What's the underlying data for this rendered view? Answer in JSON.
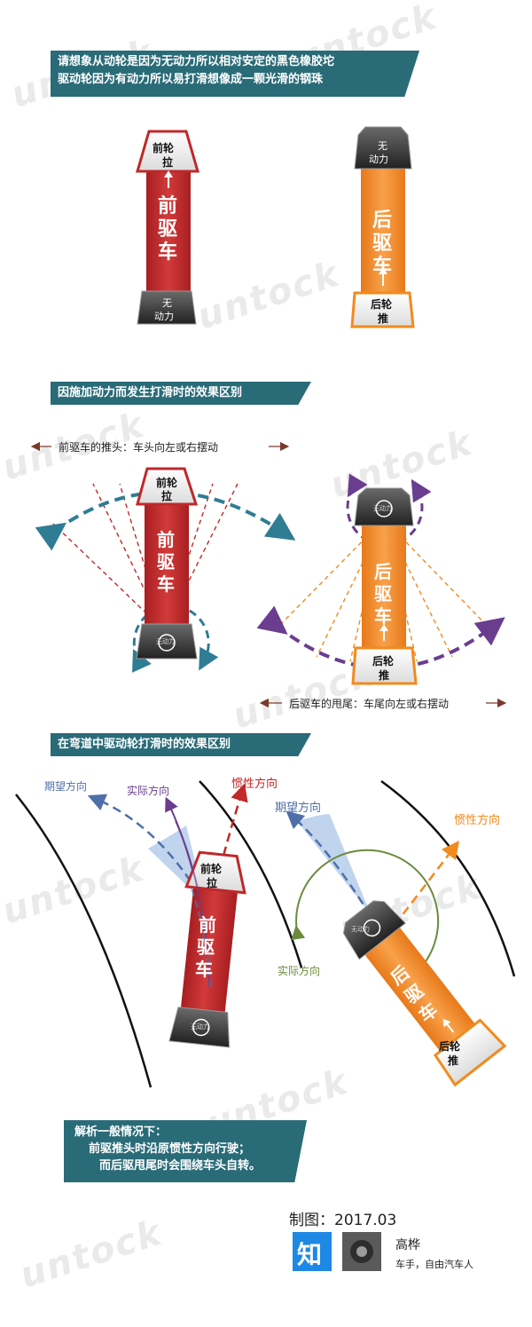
{
  "watermark": "untock",
  "section1": {
    "banner_line1": "请想象从动轮是因为无动力所以相对安定的黑色橡胶坨",
    "banner_line2": "驱动轮因为有动力所以易打滑想像成一颗光滑的钢珠",
    "front_car": {
      "top_cap_l1": "前轮",
      "top_cap_l2": "拉",
      "body": [
        "前",
        "驱",
        "车"
      ],
      "bottom_cap_l1": "无",
      "bottom_cap_l2": "动力"
    },
    "rear_car": {
      "top_cap_l1": "无",
      "top_cap_l2": "动力",
      "body": [
        "后",
        "驱",
        "车"
      ],
      "bottom_cap_l1": "后轮",
      "bottom_cap_l2": "推"
    }
  },
  "section2": {
    "banner": "因施加动力而发生打滑时的效果区别",
    "front_caption": "前驱车的推头：车头向左或右摆动",
    "rear_caption": "后驱车的甩尾：车尾向左或右摆动",
    "front_car": {
      "top_cap_l1": "前轮",
      "top_cap_l2": "拉",
      "body": [
        "前",
        "驱",
        "车"
      ],
      "bottom_cap": "无动力"
    },
    "rear_car": {
      "top_cap": "无动力",
      "body": [
        "后",
        "驱",
        "车"
      ],
      "bottom_cap_l1": "后轮",
      "bottom_cap_l2": "推"
    }
  },
  "section3": {
    "banner": "在弯道中驱动轮打滑时的效果区别",
    "left_expected": "期望方向",
    "left_actual": "实际方向",
    "left_inertia": "惯性方向",
    "right_expected": "期望方向",
    "right_actual": "实际方向",
    "right_inertia": "惯性方向",
    "front_car": {
      "top_cap_l1": "前轮",
      "top_cap_l2": "拉",
      "body": [
        "前",
        "驱",
        "车"
      ],
      "bottom_cap": "无动力"
    },
    "rear_car": {
      "top_cap": "无动力",
      "body": [
        "后",
        "驱",
        "车"
      ],
      "bottom_cap_l1": "后轮",
      "bottom_cap_l2": "推"
    }
  },
  "conclusion": {
    "line1": "解析一般情况下：",
    "line2": "前驱推头时沿原惯性方向行驶；",
    "line3": "而后驱甩尾时会围绕车头自转。"
  },
  "footer": {
    "credit": "制图：2017.03",
    "logo_text": "知",
    "author_name": "高桦",
    "author_desc": "车手，自由汽车人"
  },
  "colors": {
    "banner": "#2a6b78",
    "front_red": "#c0282a",
    "rear_orange": "#f28a1e",
    "cap_dark": "#3a3a3a",
    "teal_dash": "#2f7d94",
    "purple_dash": "#6a3d8f",
    "zhihu_blue": "#1e88e5"
  }
}
